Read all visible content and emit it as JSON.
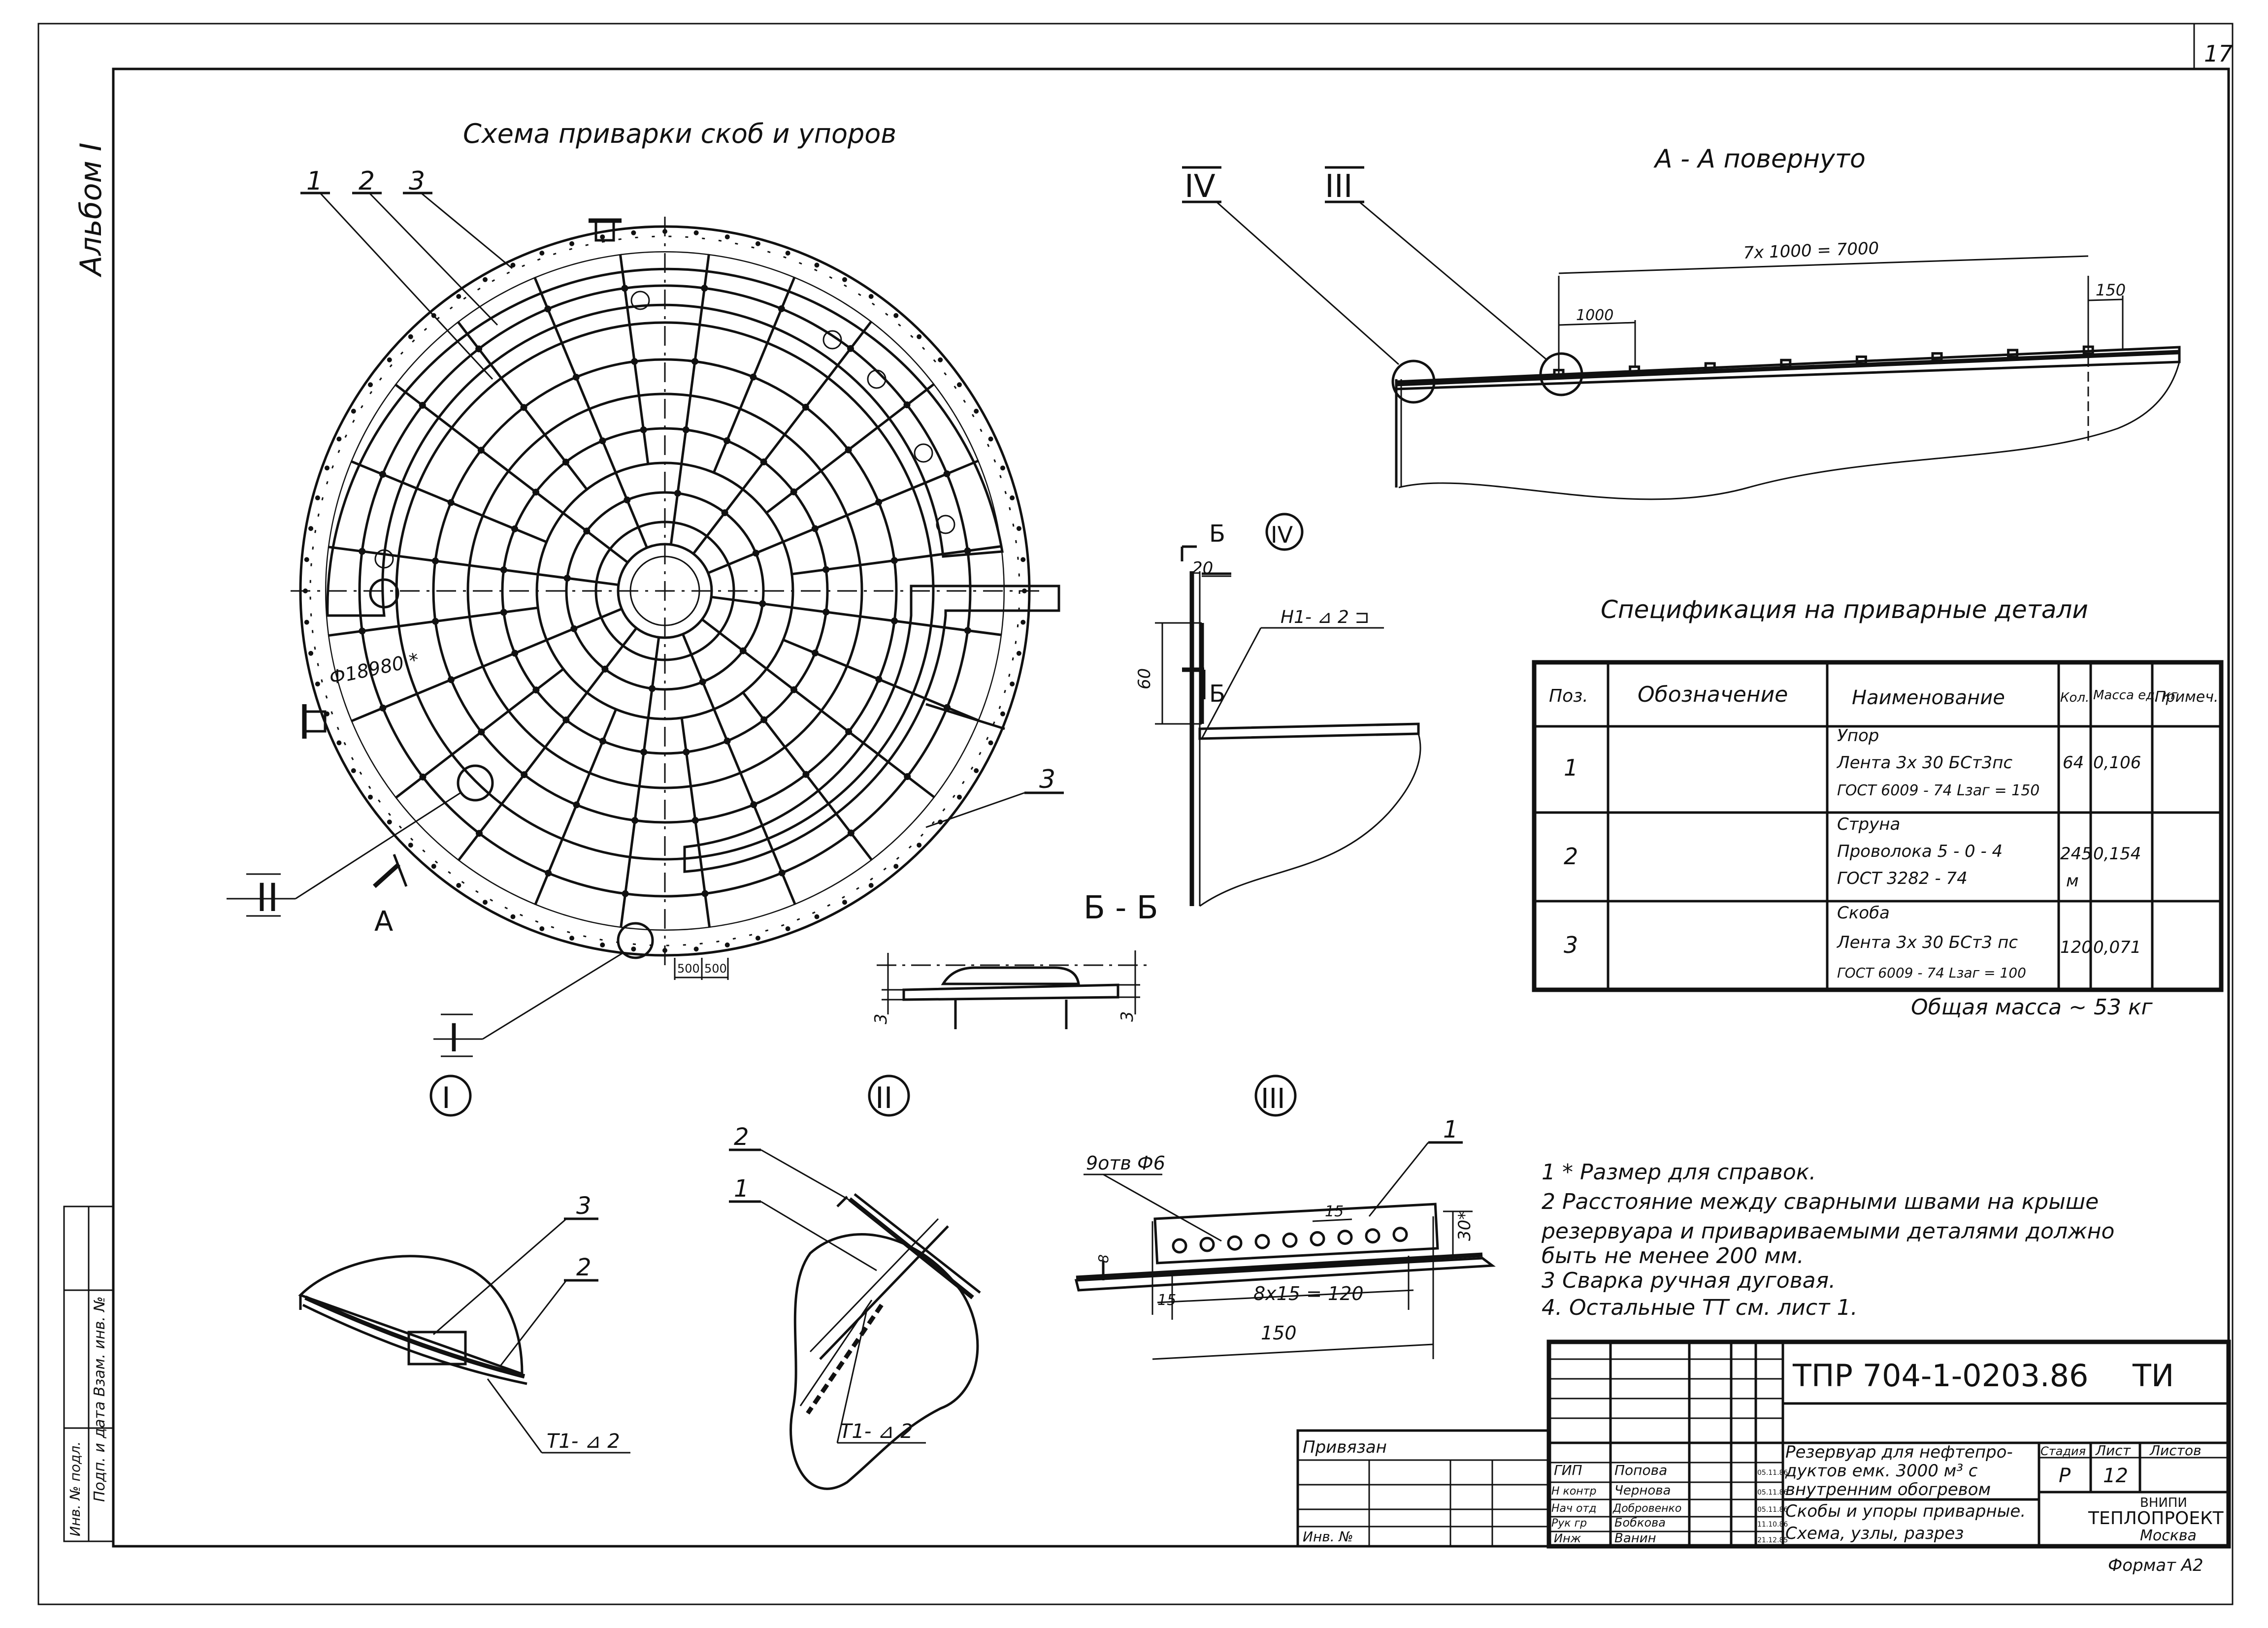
{
  "sheet": {
    "page_number": "17",
    "album": "Альбом I",
    "inv_label": "Инв. № подл.",
    "side_caption": "Подп. и дата   Взам. инв. №"
  },
  "plan": {
    "title": "Схема приварки скоб и упоров",
    "callouts": [
      "1",
      "2",
      "3"
    ],
    "diameter_label": "Ф18980 *",
    "section_mark": "А",
    "node_I": "I",
    "node_II": "II",
    "dim_500_a": "500",
    "dim_500_b": "500",
    "callout_3_right": "3"
  },
  "section_aa": {
    "title": "А - А повернуто",
    "dim_total": "7х 1000 = 7000",
    "dim_step": "1000",
    "dim_end": "150",
    "node_III": "III",
    "node_IV": "IV"
  },
  "node_IV": {
    "label": "IV",
    "cut": "Б",
    "dim_20": "20",
    "dim_60": "60",
    "weld": "Н1- ⊿ 2 ⊐"
  },
  "section_bb": {
    "title": "Б - Б",
    "dim_left": "3",
    "dim_right": "3"
  },
  "spec": {
    "title": "Спецификация на приварные детали",
    "headers": [
      "Поз.",
      "Обозначение",
      "Наименование",
      "Кол.",
      "Масса ед, кг",
      "Примеч."
    ],
    "rows": [
      {
        "pos": "1",
        "lines": [
          "Упор",
          "Лента 3х 30 БСт3пс",
          "ГОСТ 6009 - 74 Lзаг = 150"
        ],
        "qty": "64",
        "qty2": "",
        "mass": "0,106"
      },
      {
        "pos": "2",
        "lines": [
          "Струна",
          "Проволока 5 - 0 - 4",
          "ГОСТ 3282 - 74"
        ],
        "qty": "245",
        "qty2": "м",
        "mass": "0,154"
      },
      {
        "pos": "3",
        "lines": [
          "Скоба",
          "Лента 3х 30 БСт3 пс",
          "ГОСТ 6009 - 74 Lзаг = 100"
        ],
        "qty": "120",
        "qty2": "",
        "mass": "0,071"
      }
    ],
    "total": "Общая масса ~ 53 кг"
  },
  "detail_I": {
    "label": "I",
    "callout_3": "3",
    "callout_2": "2",
    "weld": "Т1- ⊿ 2"
  },
  "detail_II": {
    "label": "II",
    "callout_2": "2",
    "callout_1": "1",
    "weld": "Т1- ⊿ 2"
  },
  "detail_III": {
    "label": "III",
    "holes": "9отв Ф6",
    "callout_1": "1",
    "dim_15_top": "15",
    "dim_30": "30*",
    "dim_8": "8",
    "dim_15_left": "15",
    "dim_pitch": "8х15 = 120",
    "dim_150": "150"
  },
  "notes": [
    "1  * Размер для справок.",
    "2  Расстояние между сварными швами на крыше",
    "    резервуара и привариваемыми деталями должно",
    "    быть не менее 200 мм.",
    "3  Сварка ручная дуговая.",
    "4. Остальные ТТ см. лист 1."
  ],
  "title_block": {
    "code": "ТПР 704-1-0203.86",
    "doc": "ТИ",
    "privyazan": "Привязан",
    "inv": "Инв. №",
    "roles": [
      "ГИП",
      "Н контр",
      "Нач отд",
      "Рук гр",
      "Инж"
    ],
    "names": [
      "Попова",
      "Чернова",
      "Добровенко",
      "Бобкова",
      "Ванин"
    ],
    "dates": [
      "05.11.86",
      "05.11.86",
      "05.11.86",
      "11.10.86",
      "21.12.85"
    ],
    "object_lines": [
      "Резервуар для нефтепро-",
      "дуктов емк. 3000 м³ с",
      "внутренним обогревом"
    ],
    "sheet_lines": [
      "Скобы и упоры приварные.",
      "Схема, узлы, разрез"
    ],
    "stage_header": "Стадия",
    "sheet_header": "Лист",
    "sheets_header": "Листов",
    "stage": "Р",
    "sheet_no": "12",
    "org1": "ВНИПИ",
    "org2": "ТЕПЛОПРОЕКТ",
    "org3": "Москва",
    "format": "Формат А2"
  }
}
